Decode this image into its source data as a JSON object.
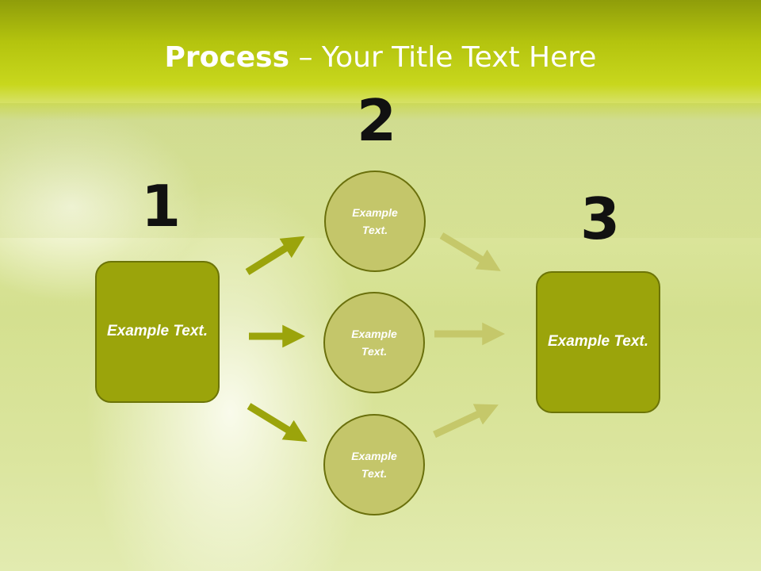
{
  "slide": {
    "title_bold": "Process",
    "title_rest": " – Your Title Text Here",
    "step_numbers": [
      "1",
      "2",
      "3"
    ],
    "left_box": "Example Text.",
    "circles": [
      "Example Text.",
      "Example Text.",
      "Example Text."
    ],
    "right_box": "Example Text."
  },
  "colors": {
    "header": "#b4c40e",
    "box_fill": "#9ba40b",
    "circle_fill": "#c4c66a",
    "arrow_dark": "#9ba40b",
    "arrow_light": "#c5c86a"
  }
}
